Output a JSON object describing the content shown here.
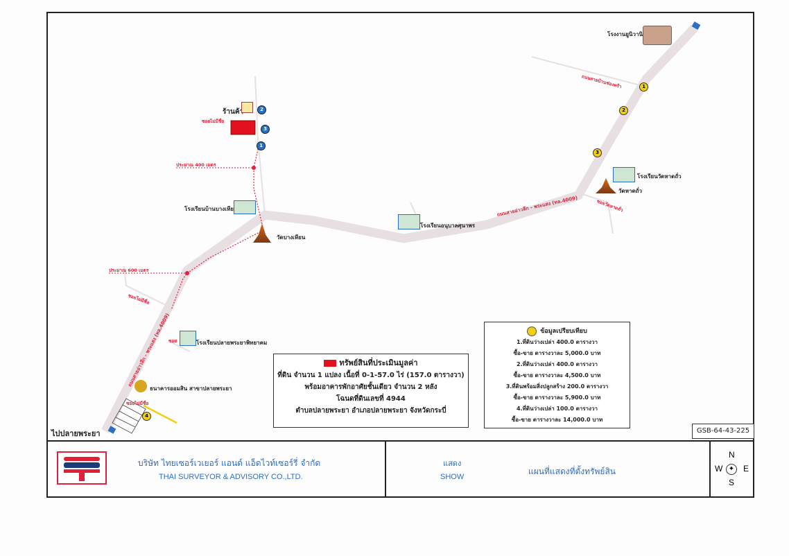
{
  "map": {
    "places": {
      "power_plant": "โรงงานยูนิวานิช",
      "shop": "ร้านค้า",
      "school_ban_bang_tian": "โรงเรียนบ้านบางเหียน",
      "wat_bang_tian": "วัดบางเหียน",
      "school_anuban": "โรงเรียนอนุบาลศุนาพร",
      "school_wat_had": "โรงเรียนวัดหาดถั่ว",
      "wat_had": "วัดหาดถั่ว",
      "school_plai_phraya": "โรงเรียนปลายพระยาพิทยาคม",
      "bank": "ธนาคารออมสิน สาขาปลายพระยา",
      "to_plai_phraya": "ไปปลายพระยา"
    },
    "road_labels": {
      "main_road_east": "ถนนสายอ่าวลึก - พระแสง (ทล.4009)",
      "main_road_west": "ถนนสายอ่าวลึก - พระแสง (ทล.4009)",
      "road_ban_chong": "ถนนสายบ้านช่องหร้า",
      "soi_wat_had": "ซอยวัดหาดถั่ว",
      "soi_property": "ซอยไม่มีชื่อ",
      "soi_left": "ซอยไม่มีชื่อ",
      "soi_school": "ซอย",
      "soi_plot4": "ซอยไม่มีชื่อ",
      "distance_400": "ประมาณ 400 เมตร",
      "distance_600": "ประมาณ 600 เมตร"
    },
    "markers": [
      "1",
      "2",
      "3",
      "4"
    ],
    "blue_markers": [
      "1",
      "2",
      "3"
    ],
    "colors": {
      "road": "#e8dfe2",
      "property": "#e3101d",
      "comparison": "#f2cf12",
      "route": "#e0203a"
    }
  },
  "property_legend": {
    "title": "ทรัพย์สินที่ประเมินมูลค่า",
    "lines": [
      "ที่ดิน จำนวน 1 แปลง เนื้อที่ 0-1-57.0 ไร่ (157.0 ตารางวา)",
      "พร้อมอาคารพักอาศัยชั้นเดียว  จำนวน 2 หลัง",
      "โฉนดที่ดินเลขที่ 4944",
      "ตำบลปลายพระยา อำเภอปลายพระยา จังหวัดกระบี่"
    ]
  },
  "comparison_legend": {
    "title": "ข้อมูลเปรียบเทียบ",
    "lines": [
      "1.ที่ดินว่างเปล่า 400.0 ตารางวา",
      "ซื้อ-ขาย  ตารางวาละ 5,000.0 บาท",
      "2.ที่ดินว่างเปล่า 400.0 ตารางวา",
      "ซื้อ-ขาย  ตารางวาละ 4,500.0 บาท",
      "3.ที่ดินพร้อมสิ่งปลูกสร้าง 200.0 ตารางวา",
      "ซื้อ-ขาย  ตารางวาละ 5,900.0 บาท",
      "4.ที่ดินว่างเปล่า 100.0 ตารางวา",
      "ซื้อ-ขาย  ตารางวาละ 14,000.0 บาท"
    ]
  },
  "ref_code": "GSB-64-43-225",
  "footer": {
    "company_th": "บริษัท ไทยเซอร์เวเยอร์  แอนด์  แอ็ดไวท์เซอร์รี่  จำกัด",
    "company_en": "THAI SURVEYOR & ADVISORY CO.,LTD.",
    "show_th": "แสดง",
    "show_en": "SHOW",
    "title": "แผนที่แสดงที่ตั้งทรัพย์สิน",
    "compass": {
      "n": "N",
      "s": "S",
      "e": "E",
      "w": "W"
    }
  }
}
